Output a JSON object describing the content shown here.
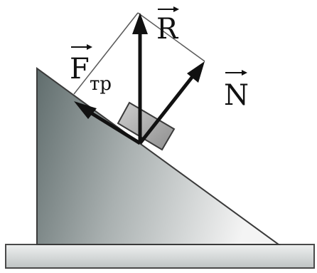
{
  "labels": {
    "resultant": {
      "letter": "R"
    },
    "normal": {
      "letter": "N"
    },
    "friction": {
      "letter": "F",
      "subscript": "тр"
    }
  },
  "colors": {
    "arrow": "#111111",
    "construction_line": "#555555",
    "block_fill": "#b8b8b8",
    "block_stroke": "#3a3a3a",
    "wedge_light": "#f3f3f3",
    "wedge_dark": "#5f6c6c",
    "base_fill": "#cfd3d3"
  }
}
